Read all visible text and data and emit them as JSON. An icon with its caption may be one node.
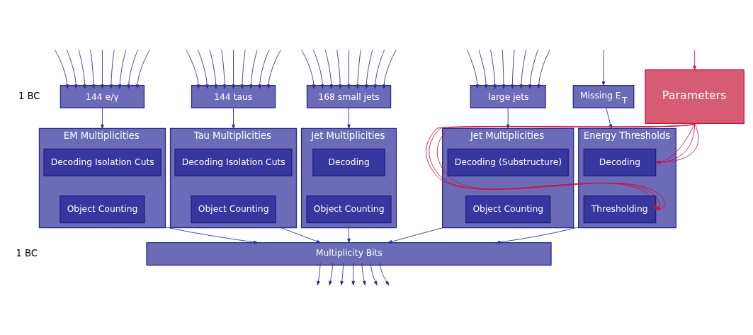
{
  "diagram": {
    "nodes": [
      {
        "text": [
          "144 e/γ"
        ]
      },
      {
        "text": [
          "144 taus"
        ]
      },
      {
        "text": [
          "168 small jets"
        ]
      },
      {
        "text": [
          "large jets"
        ]
      },
      {
        "text": [
          "Missing E$_{T}$"
        ]
      },
      {
        "text": [
          "Parameters"
        ]
      },
      {
        "text": [
          "EM Multiplicities"
        ]
      },
      {
        "text": [
          "Decoding Isolation Cuts"
        ],
        "in": 6
      },
      {
        "text": [
          "Object Counting"
        ],
        "in": 6
      },
      {
        "text": [
          "Tau Multiplicities"
        ]
      },
      {
        "text": [
          "Decoding Isolation Cuts"
        ],
        "in": 9
      },
      {
        "text": [
          "Object Counting"
        ],
        "in": 9
      },
      {
        "text": [
          "Jet Multiplicities"
        ]
      },
      {
        "text": [
          "Decoding"
        ],
        "in": 12
      },
      {
        "text": [
          "Object Counting"
        ],
        "in": 12
      },
      {
        "text": [
          "Jet Multiplicities"
        ]
      },
      {
        "text": [
          "Decoding (Substructure)"
        ],
        "in": 15
      },
      {
        "text": [
          "Object Counting"
        ],
        "in": 15
      },
      {
        "text": [
          "Energy Thresholds"
        ]
      },
      {
        "text": [
          "Decoding"
        ],
        "in": 18
      },
      {
        "text": [
          "Thresholding"
        ],
        "in": 18
      },
      {
        "text": [
          "Multiplicity Bits"
        ]
      }
    ],
    "edges": [
      {
        "from": null,
        "to": 0,
        "arrow": "to"
      },
      {
        "from": null,
        "to": 0,
        "arrow": "to"
      },
      {
        "from": null,
        "to": 0,
        "arrow": "to"
      },
      {
        "from": null,
        "to": 0,
        "arrow": "to"
      },
      {
        "from": null,
        "to": 0,
        "arrow": "to"
      },
      {
        "from": null,
        "to": 0,
        "arrow": "to"
      },
      {
        "from": null,
        "to": 0,
        "arrow": "to"
      },
      {
        "from": null,
        "to": 0,
        "arrow": "to"
      },
      {
        "from": null,
        "to": 0,
        "arrow": "to"
      },
      {
        "from": null,
        "to": 1,
        "arrow": "to"
      },
      {
        "from": null,
        "to": 1,
        "arrow": "to"
      },
      {
        "from": null,
        "to": 1,
        "arrow": "to"
      },
      {
        "from": null,
        "to": 1,
        "arrow": "to"
      },
      {
        "from": null,
        "to": 1,
        "arrow": "to"
      },
      {
        "from": null,
        "to": 1,
        "arrow": "to"
      },
      {
        "from": null,
        "to": 1,
        "arrow": "to"
      },
      {
        "from": null,
        "to": 1,
        "arrow": "to"
      },
      {
        "from": null,
        "to": 1,
        "arrow": "to"
      },
      {
        "from": null,
        "to": 2,
        "arrow": "to"
      },
      {
        "from": null,
        "to": 2,
        "arrow": "to"
      },
      {
        "from": null,
        "to": 2,
        "arrow": "to"
      },
      {
        "from": null,
        "to": 2,
        "arrow": "to"
      },
      {
        "from": null,
        "to": 2,
        "arrow": "to"
      },
      {
        "from": null,
        "to": 2,
        "arrow": "to"
      },
      {
        "from": null,
        "to": 2,
        "arrow": "to"
      },
      {
        "from": null,
        "to": 2,
        "arrow": "to"
      },
      {
        "from": null,
        "to": 2,
        "arrow": "to"
      },
      {
        "from": null,
        "to": 3,
        "arrow": "to"
      },
      {
        "from": null,
        "to": 3,
        "arrow": "to"
      },
      {
        "from": null,
        "to": 3,
        "arrow": "to"
      },
      {
        "from": null,
        "to": 3,
        "arrow": "to"
      },
      {
        "from": null,
        "to": 3,
        "arrow": "to"
      },
      {
        "from": null,
        "to": 3,
        "arrow": "to"
      },
      {
        "from": null,
        "to": 3,
        "arrow": "to"
      },
      {
        "from": null,
        "to": 3,
        "arrow": "to"
      },
      {
        "from": null,
        "to": 4,
        "arrow": "to"
      },
      {
        "from": null,
        "to": 5,
        "arrow": "to",
        "color": "#c8103c"
      },
      {
        "from": 0,
        "to": 6,
        "arrow": "to"
      },
      {
        "from": 1,
        "to": 9,
        "arrow": "to"
      },
      {
        "from": 2,
        "to": 12,
        "arrow": "to"
      },
      {
        "from": 3,
        "to": 15,
        "arrow": "to"
      },
      {
        "from": 4,
        "to": 18,
        "arrow": "to"
      },
      {
        "from": 5,
        "to": 19,
        "arrow": "to",
        "color": "#c8103c"
      },
      {
        "from": 5,
        "to": 19,
        "arrow": "to",
        "color": "#c8103c"
      },
      {
        "from": 5,
        "to": 19,
        "arrow": "to",
        "color": "#c8103c"
      },
      {
        "from": 5,
        "to": 20,
        "arrow": "to",
        "color": "#c8103c"
      },
      {
        "from": 5,
        "to": 20,
        "arrow": "to",
        "color": "#c8103c"
      },
      {
        "from": 5,
        "to": 20,
        "arrow": "to",
        "color": "#c8103c"
      },
      {
        "from": 6,
        "to": 21,
        "arrow": "to"
      },
      {
        "from": 9,
        "to": 21,
        "arrow": "to"
      },
      {
        "from": 12,
        "to": 21,
        "arrow": "to"
      },
      {
        "from": 15,
        "to": 21,
        "arrow": "to"
      },
      {
        "from": 18,
        "to": 21,
        "arrow": "to"
      },
      {
        "from": 21,
        "to": null,
        "arrow": "to"
      },
      {
        "from": 21,
        "to": null,
        "arrow": "to"
      },
      {
        "from": 21,
        "to": null,
        "arrow": "to"
      },
      {
        "from": 21,
        "to": null,
        "arrow": "to"
      },
      {
        "from": 21,
        "to": null,
        "arrow": "to"
      },
      {
        "from": 21,
        "to": null,
        "arrow": "to"
      },
      {
        "from": 21,
        "to": null,
        "arrow": "to"
      }
    ],
    "labels": [
      "1 BC",
      "1 BC"
    ]
  }
}
